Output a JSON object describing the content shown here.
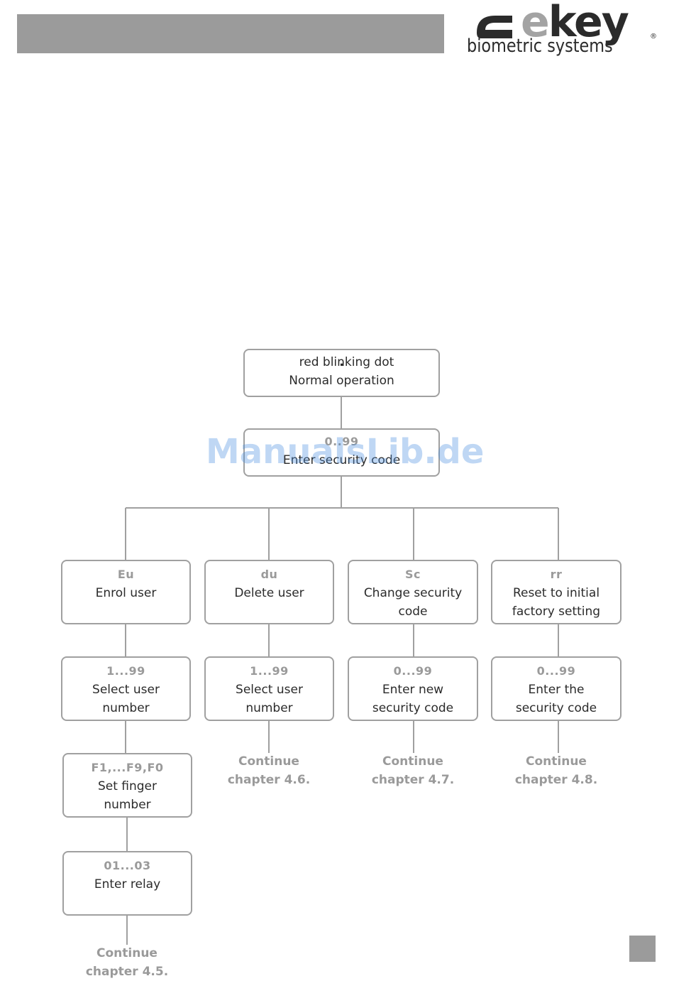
{
  "brand": {
    "logo_word_e": "e",
    "logo_word_key": "key",
    "logo_reg": "®",
    "tagline": "biometric systems"
  },
  "watermark": "ManualsLib.de",
  "flow": {
    "top": {
      "code": ".",
      "label": "red blinking dot\nNormal operation"
    },
    "security": {
      "code": "0..99",
      "label": "Enter security code"
    },
    "branches": [
      {
        "steps": [
          {
            "code": "Eu",
            "label": "Enrol user"
          },
          {
            "code": "1...99",
            "label": "Select user\nnumber"
          },
          {
            "code": "F1,...F9,F0",
            "label": "Set finger\nnumber"
          },
          {
            "code": "01...03",
            "label": "Enter relay"
          }
        ],
        "continue": "Continue\nchapter 4.5."
      },
      {
        "steps": [
          {
            "code": "du",
            "label": "Delete user"
          },
          {
            "code": "1...99",
            "label": "Select user\nnumber"
          }
        ],
        "continue": "Continue\nchapter 4.6."
      },
      {
        "steps": [
          {
            "code": "Sc",
            "label": "Change security\ncode"
          },
          {
            "code": "0...99",
            "label": "Enter new\nsecurity code"
          }
        ],
        "continue": "Continue\nchapter 4.7."
      },
      {
        "steps": [
          {
            "code": "rr",
            "label": "Reset to initial\nfactory setting"
          },
          {
            "code": "0...99",
            "label": "Enter the\nsecurity code"
          }
        ],
        "continue": "Continue\nchapter 4.8."
      }
    ]
  },
  "colors": {
    "header_bar": "#9b9b9b",
    "box_border": "#a0a0a0",
    "code_text": "#9a9a9a",
    "watermark": "#4a8fe0"
  }
}
